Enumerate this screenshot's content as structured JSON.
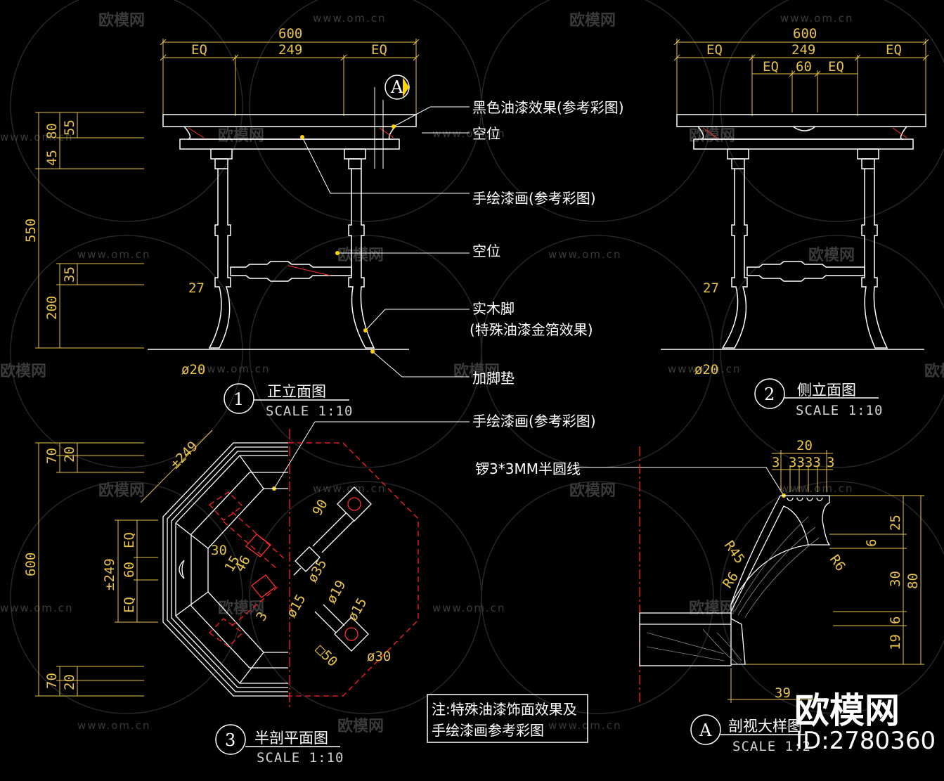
{
  "watermark": {
    "url": "www.om.cn",
    "cn": "欧模网"
  },
  "brand": {
    "name": "欧模网",
    "id": "ID:2780360"
  },
  "front_view": {
    "number": "1",
    "title": "正立面图",
    "scale": "SCALE 1:10",
    "dims": {
      "total": "600",
      "eq_left": "EQ",
      "mid": "249",
      "eq_right": "EQ",
      "v80": "80",
      "v55": "55",
      "v45": "45",
      "v550": "550",
      "v35": "35",
      "v200": "200",
      "v27": "27",
      "dia20": "ø20"
    },
    "section_marker": "A"
  },
  "callouts": {
    "black_lacquer": "黑色油漆效果(参考彩图)",
    "empty1": "空位",
    "hand_painted1": "手绘漆画(参考彩图)",
    "empty2": "空位",
    "solid_leg": "实木脚",
    "special_lacquer": "(特殊油漆金箔效果)",
    "foot_pad": "加脚垫",
    "hand_painted2": "手绘漆画(参考彩图)",
    "groove": "锣3*3MM半圆线"
  },
  "side_view": {
    "number": "2",
    "title": "侧立面图",
    "scale": "SCALE 1:10",
    "dims": {
      "total": "600",
      "eq_left": "EQ",
      "mid": "249",
      "eq_right": "EQ",
      "eq_a": "EQ",
      "d60": "60",
      "eq_b": "EQ",
      "v27": "27",
      "dia20": "ø20"
    }
  },
  "plan_view": {
    "number": "3",
    "title": "半剖平面图",
    "scale": "SCALE 1:10",
    "dims": {
      "diag249": "±249",
      "v70a": "70",
      "v20a": "20",
      "v600": "600",
      "pm249": "±249",
      "eq1": "EQ",
      "d60": "60",
      "eq2": "EQ",
      "v70b": "70",
      "v20b": "20",
      "d30": "30",
      "d15": "15",
      "d46": "46",
      "d90": "90",
      "d35": "ø35",
      "d19": "ø19",
      "d15b": "ø15",
      "d15c": "ø15",
      "d50": "□50",
      "d30b": "ø30",
      "d3": "3"
    }
  },
  "detail_view": {
    "number": "A",
    "title": "剖视大样图",
    "scale": "SCALE 1:2",
    "dims": {
      "w20": "20",
      "g3a": "3",
      "g3333": "3333",
      "g3b": "3",
      "v25": "25",
      "v6a": "6",
      "v30": "30",
      "v80": "80",
      "v6b": "6",
      "v19": "19",
      "r45": "R45",
      "r6a": "R6",
      "r6b": "R6",
      "w39": "39"
    }
  },
  "note": {
    "line1": "注:特殊油漆饰面效果及",
    "line2": "手绘漆画参考彩图"
  },
  "colors": {
    "dim": "#e8c24a",
    "outline": "#ffffff",
    "section_red": "#ff2020",
    "leader_yellow": "#ffd400",
    "background": "#000000"
  }
}
